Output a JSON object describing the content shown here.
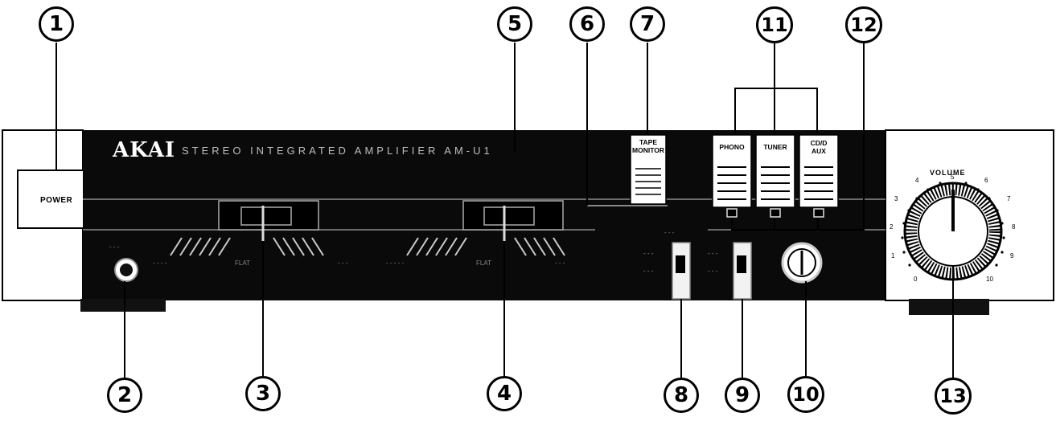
{
  "device": {
    "brand": "AKAI",
    "model_line": "STEREO INTEGRATED AMPLIFIER AM-U1",
    "power_label": "POWER",
    "volume_label": "VOLUME",
    "volume_scale": [
      "0",
      "1",
      "2",
      "3",
      "4",
      "5",
      "6",
      "7",
      "8",
      "9",
      "10"
    ],
    "tape_monitor_label": "TAPE\nMONITOR",
    "input_buttons": [
      "PHONO",
      "TUNER",
      "CD/D\nAUX"
    ]
  },
  "callouts": [
    "1",
    "2",
    "3",
    "4",
    "5",
    "6",
    "7",
    "8",
    "9",
    "10",
    "11",
    "12",
    "13"
  ]
}
